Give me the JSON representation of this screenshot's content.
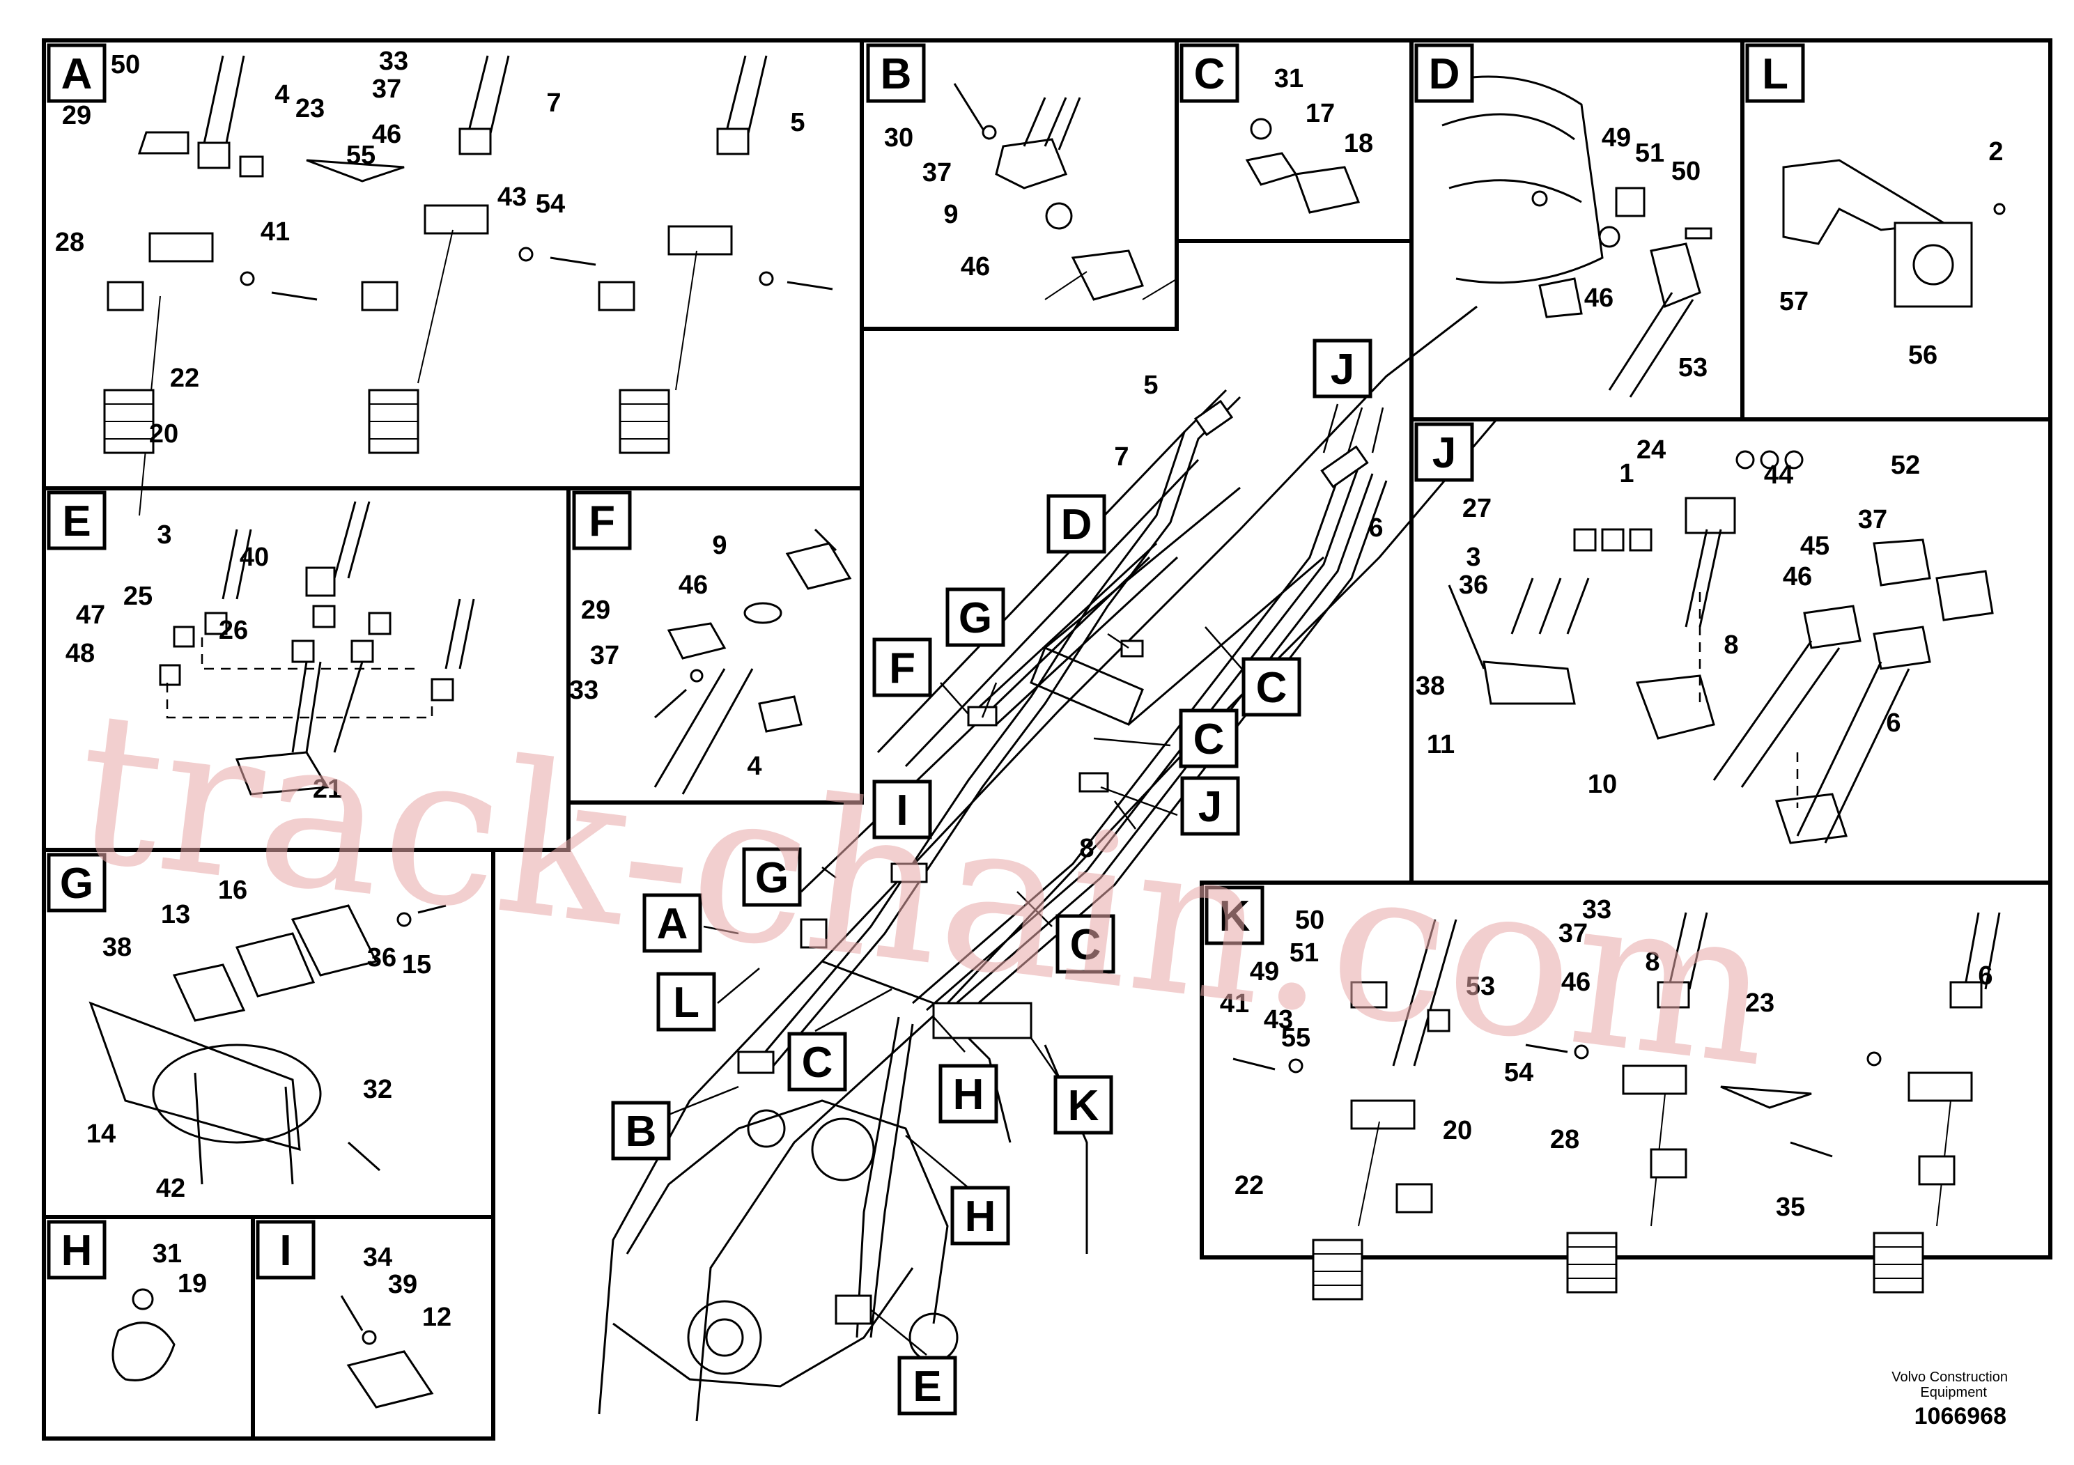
{
  "sections": [
    {
      "letter": "A",
      "parts": [
        "50",
        "4",
        "29",
        "33",
        "37",
        "7",
        "23",
        "46",
        "55",
        "43",
        "54",
        "41",
        "28",
        "22",
        "20",
        "5"
      ]
    },
    {
      "letter": "B",
      "parts": [
        "30",
        "37",
        "9",
        "46"
      ]
    },
    {
      "letter": "C",
      "parts": [
        "31",
        "17",
        "18"
      ]
    },
    {
      "letter": "D",
      "parts": [
        "49",
        "51",
        "50",
        "46",
        "53"
      ]
    },
    {
      "letter": "L",
      "parts": [
        "2",
        "57",
        "56"
      ]
    },
    {
      "letter": "E",
      "parts": [
        "3",
        "40",
        "25",
        "26",
        "47",
        "48",
        "21"
      ]
    },
    {
      "letter": "F",
      "parts": [
        "9",
        "46",
        "29",
        "37",
        "33",
        "4"
      ]
    },
    {
      "letter": "J",
      "parts": [
        "24",
        "1",
        "44",
        "27",
        "3",
        "36",
        "38",
        "11",
        "10",
        "52",
        "37",
        "45",
        "46",
        "8",
        "6"
      ]
    },
    {
      "letter": "G",
      "parts": [
        "16",
        "13",
        "38",
        "36",
        "15",
        "14",
        "42",
        "32"
      ]
    },
    {
      "letter": "H",
      "parts": [
        "31",
        "19"
      ]
    },
    {
      "letter": "I",
      "parts": [
        "34",
        "39",
        "12"
      ]
    },
    {
      "letter": "K",
      "parts": [
        "50",
        "51",
        "49",
        "53",
        "33",
        "37",
        "8",
        "6",
        "41",
        "43",
        "55",
        "54",
        "23",
        "46",
        "28",
        "22",
        "20",
        "35"
      ]
    }
  ],
  "callouts": [
    "5",
    "7",
    "6",
    "8"
  ],
  "main_view_tags": [
    "J",
    "D",
    "G",
    "F",
    "C",
    "C",
    "J",
    "I",
    "G",
    "A",
    "C",
    "L",
    "C",
    "H",
    "K",
    "B",
    "H",
    "E"
  ],
  "footer": {
    "company_line1": "Volvo Construction",
    "company_line2": "Equipment",
    "drawing_number": "1066968"
  },
  "watermark": "track-chain.com"
}
